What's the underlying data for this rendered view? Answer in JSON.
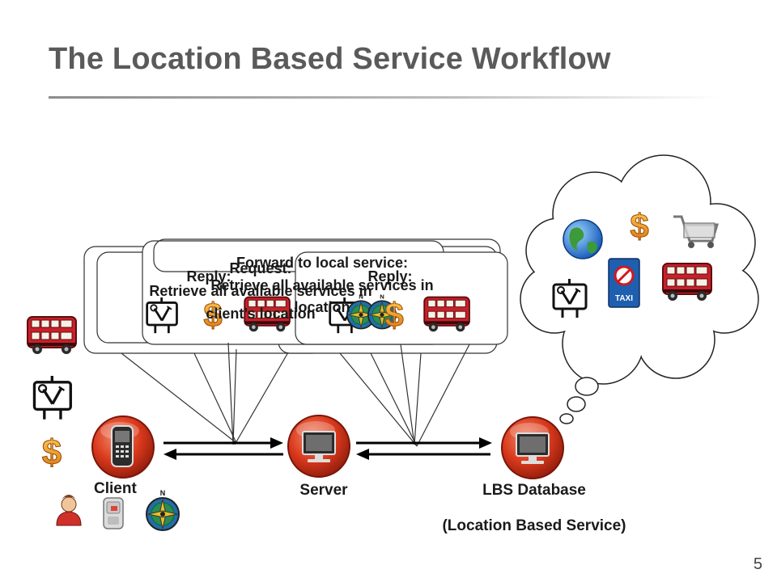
{
  "slide": {
    "title": "The Location Based Service Workflow",
    "page_number": "5"
  },
  "nodes": {
    "client": "Client",
    "server": "Server",
    "database_line1": "LBS Database",
    "database_line2": "(Location Based Service)"
  },
  "callouts": {
    "request_line1": "Request:",
    "request_line2": "Retrieve all available services in",
    "request_line3": "client’s location",
    "forward_line1": "Forward to local service:",
    "forward_line2": "Retrieve all available services in",
    "forward_line3": "location",
    "reply_left": "Reply:",
    "reply_right": "Reply:"
  },
  "icons": [
    "double-decker-bus-icon",
    "restaurant-sign-icon",
    "dollar-icon",
    "person-icon",
    "mobile-phone-icon",
    "compass-icon",
    "globe-icon",
    "shopping-cart-icon",
    "no-taxi-sign-icon",
    "computer-monitor-icon"
  ],
  "colors": {
    "title": "#5a5a5a",
    "node_red": "#d23a1c",
    "bus_red": "#c8202a",
    "dollar_orange": "#e8901a",
    "text": "#1a1a1a"
  }
}
